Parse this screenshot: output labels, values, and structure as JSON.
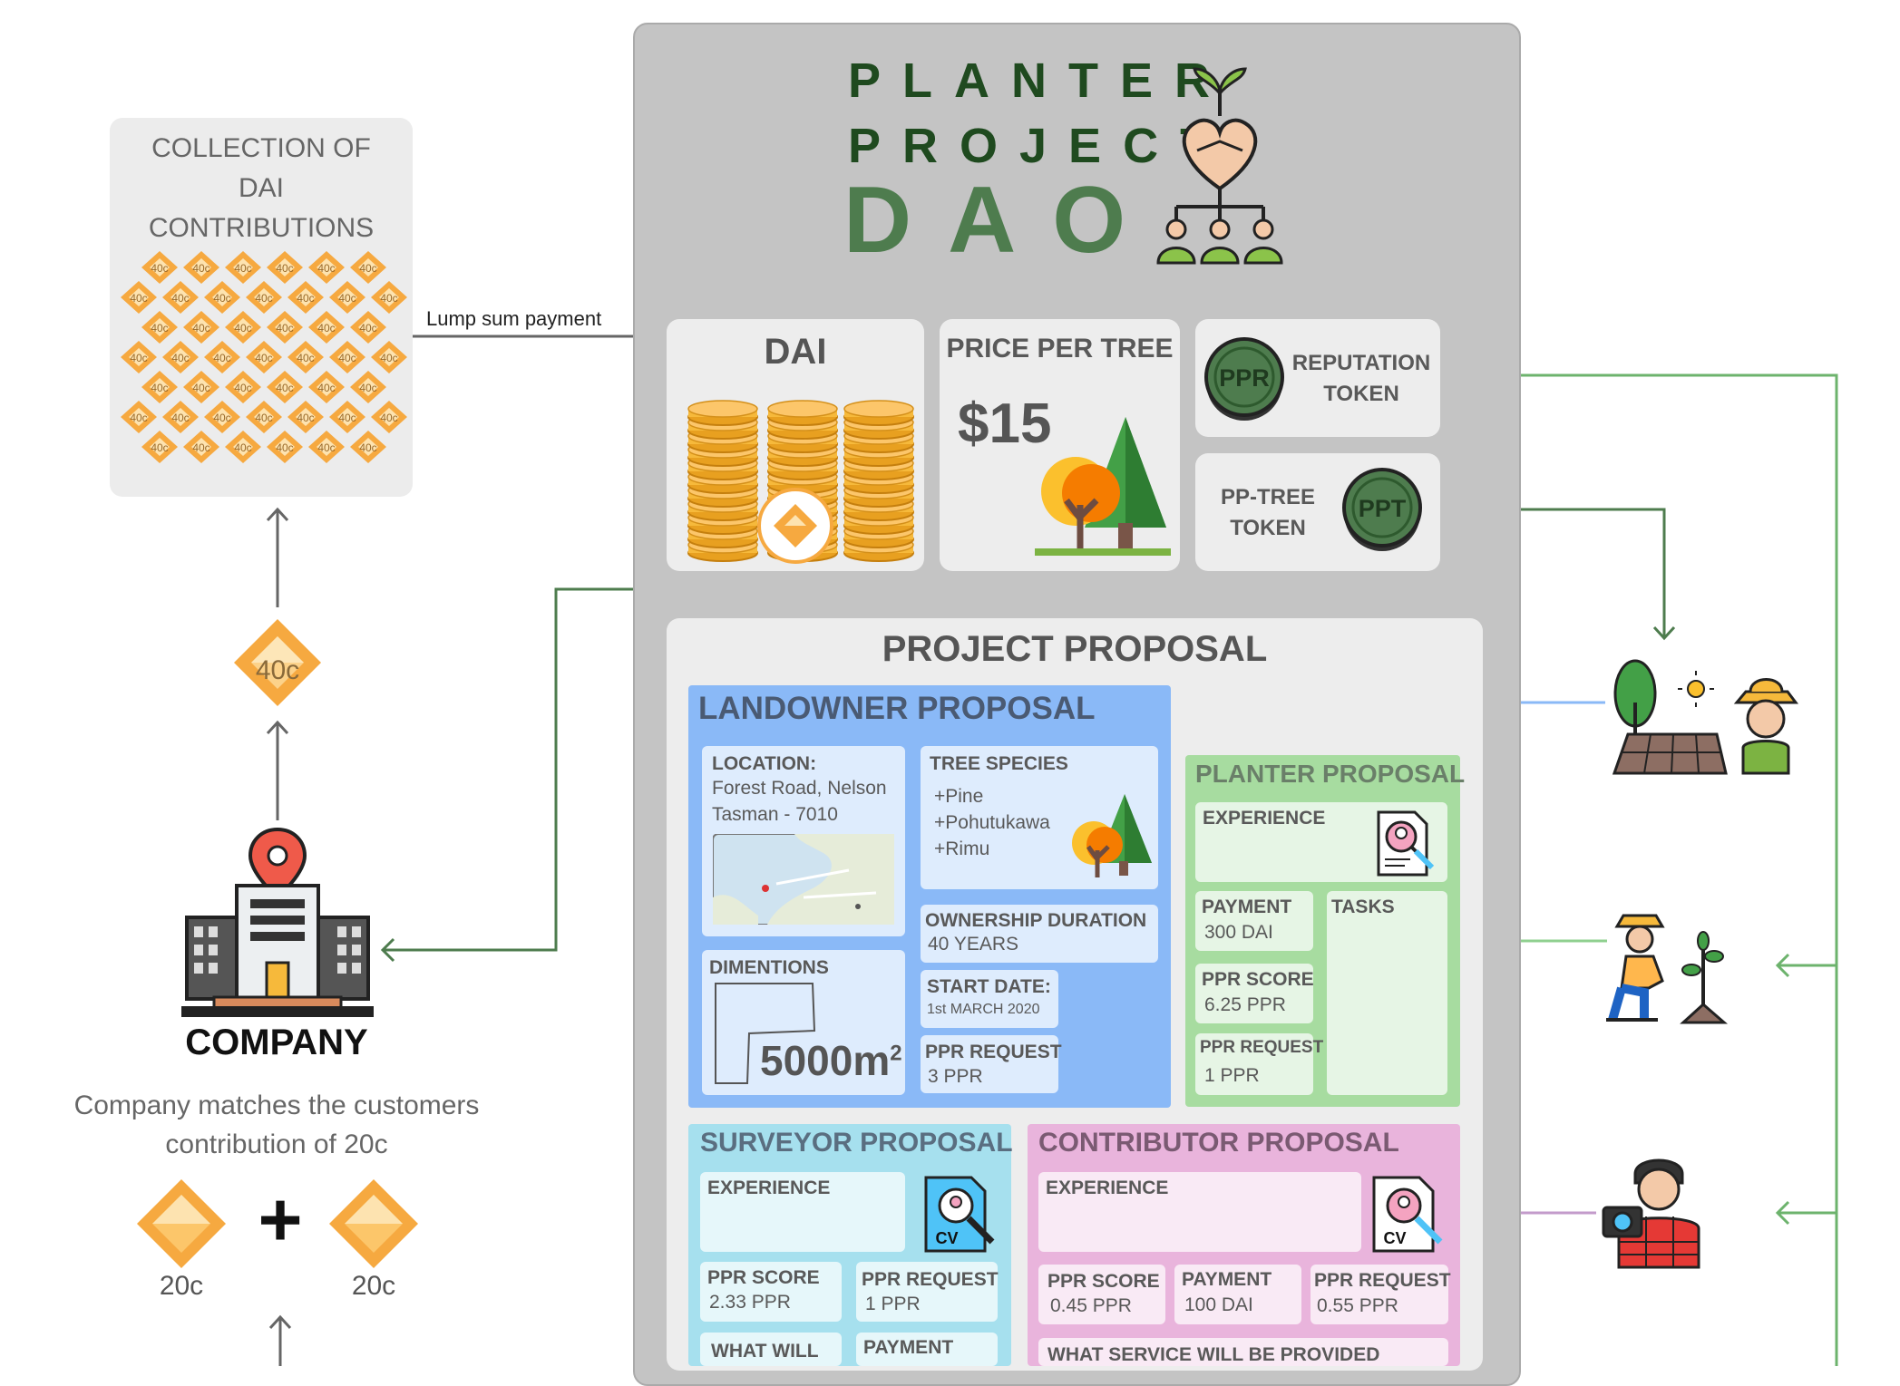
{
  "title": {
    "line1": "PLANTER",
    "line2": "PROJECT",
    "line3": "DAO"
  },
  "collection": {
    "title_l1": "COLLECTION OF",
    "title_l2": "DAI",
    "title_l3": "CONTRIBUTIONS",
    "coin_label": "40c"
  },
  "lump_sum_label": "Lump sum payment",
  "single_coin_label": "40c",
  "company": {
    "label": "COMPANY",
    "desc_l1": "Company matches the customers",
    "desc_l2": "contribution of 20c",
    "coin_left": "20c",
    "plus": "+",
    "coin_right": "20c"
  },
  "dai_card": {
    "title": "DAI"
  },
  "price_card": {
    "title": "PRICE PER TREE",
    "price": "$15"
  },
  "rep_token": {
    "badge": "PPR",
    "line1": "REPUTATION",
    "line2": "TOKEN"
  },
  "tree_token": {
    "badge": "PPT",
    "line1": "PP-TREE",
    "line2": "TOKEN"
  },
  "project_proposal": {
    "title": "PROJECT PROPOSAL"
  },
  "landowner": {
    "title": "LANDOWNER PROPOSAL",
    "location_label": "LOCATION:",
    "location_l1": "Forest Road, Nelson",
    "location_l2": "Tasman - 7010",
    "species_label": "TREE SPECIES",
    "species": [
      "+Pine",
      "+Pohutukawa",
      "+Rimu"
    ],
    "ownership_label": "OWNERSHIP DURATION",
    "ownership_value": "40 YEARS",
    "dimentions_label": "DIMENTIONS",
    "area": "5000m",
    "area_sup": "2",
    "start_label": "START DATE:",
    "start_value": "1st MARCH 2020",
    "ppr_request_label": "PPR REQUEST",
    "ppr_request_value": "3 PPR"
  },
  "planter": {
    "title": "PLANTER PROPOSAL",
    "experience_label": "EXPERIENCE",
    "payment_label": "PAYMENT",
    "payment_value": "300 DAI",
    "tasks_label": "TASKS",
    "ppr_score_label": "PPR SCORE",
    "ppr_score_value": "6.25 PPR",
    "ppr_request_label": "PPR REQUEST",
    "ppr_request_value": "1 PPR"
  },
  "surveyor": {
    "title": "SURVEYOR PROPOSAL",
    "experience_label": "EXPERIENCE",
    "cv": "CV",
    "ppr_score_label": "PPR SCORE",
    "ppr_score_value": "2.33 PPR",
    "ppr_request_label": "PPR REQUEST",
    "ppr_request_value": "1 PPR",
    "what_will_label": "WHAT WILL",
    "payment_label": "PAYMENT"
  },
  "contributor": {
    "title": "CONTRIBUTOR PROPOSAL",
    "experience_label": "EXPERIENCE",
    "cv": "CV",
    "ppr_score_label": "PPR SCORE",
    "ppr_score_value": "0.45 PPR",
    "payment_label": "PAYMENT",
    "payment_value": "100 DAI",
    "ppr_request_label": "PPR REQUEST",
    "ppr_request_value": "0.55 PPR",
    "service_label": "WHAT SERVICE WILL BE PROVIDED"
  },
  "colors": {
    "dao_green": "#4e7c4e",
    "title_dark_green": "#1f4a1f",
    "panel_gray": "#c4c4c4",
    "landowner_blue": "#8ab9f7",
    "planter_green": "#a7dca0",
    "surveyor_cyan": "#a6e0ee",
    "contributor_pink": "#e9b4dc",
    "coin_orange": "#f6a940",
    "arrow_green": "#6db36d",
    "arrow_blue": "#8ab9f7",
    "arrow_purple": "#c39bcb"
  },
  "icons": [
    "handshake-heart-dao-icon",
    "dai-coin-stack-icon",
    "tree-icon",
    "ppr-token-icon",
    "ppt-token-icon",
    "company-building-icon",
    "location-pin-icon",
    "map-thumbnail",
    "cv-search-icon",
    "landowner-farmer-icon",
    "planter-person-icon",
    "photographer-contributor-icon"
  ]
}
